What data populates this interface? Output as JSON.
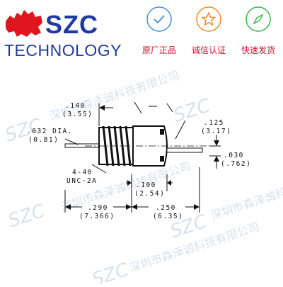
{
  "header": {
    "brand_short": "SZC",
    "brand_full": "TECHNOLOGY",
    "badges": [
      {
        "label": "原厂正品",
        "icon": "check-icon",
        "color": "#3f8fe0"
      },
      {
        "label": "诚信认证",
        "icon": "star-icon",
        "color": "#f08a1c"
      },
      {
        "label": "快速发货",
        "icon": "compass-icon",
        "color": "#39b54a"
      }
    ]
  },
  "drawing": {
    "dims": {
      "d140_in": ".140",
      "d140_mm": "(3.55)",
      "d125_in": ".125",
      "d125_mm": "(3.17)",
      "d032_in": ".032 DIA.",
      "d032_mm": "(0.81)",
      "d030_in": ".030",
      "d030_mm": "(.762)",
      "thread1": "4-40",
      "thread2": "UNC-2A",
      "d100_in": ".100",
      "d100_mm": "(2.54)",
      "d290_in": ".290",
      "d290_mm": "(7.366)",
      "d250_in": ".250",
      "d250_mm": "(6.35)"
    }
  },
  "watermark": {
    "text": "SZC",
    "subtext": "深圳市森泽诚科技有限公司"
  },
  "colors": {
    "brand": "#1f3aa0",
    "logo_red": "#e0161f",
    "badge_text": "#c8102e"
  }
}
